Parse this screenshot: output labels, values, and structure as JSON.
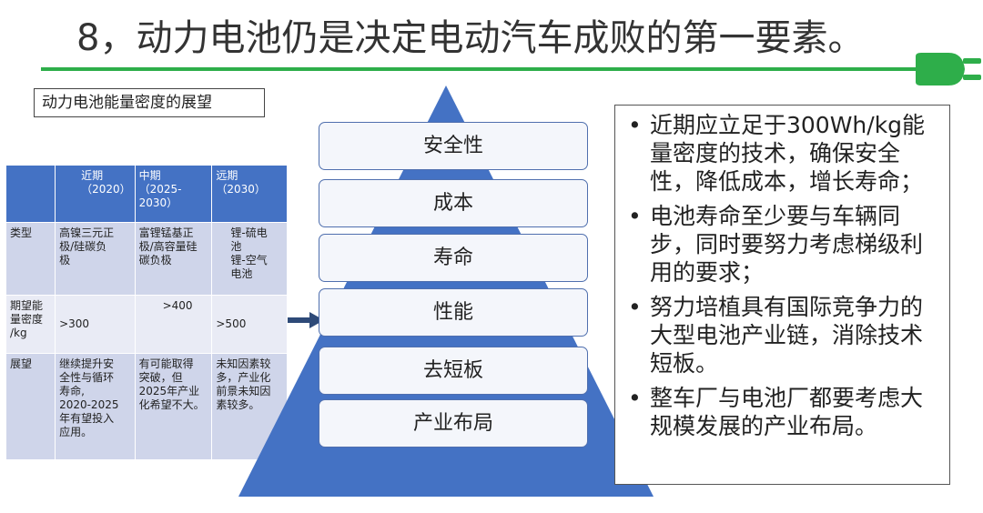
{
  "title": "8，动力电池仍是决定电动汽车成败的第一要素。",
  "subtitle": "动力电池能量密度的展望",
  "table": {
    "headers": [
      "",
      "近期\n（2020）",
      "中期\n（2025-\n2030）",
      "远期\n（2030）"
    ],
    "rows": [
      {
        "label": "类型",
        "cells": [
          "高镍三元正\n极/硅碳负\n极",
          "富锂锰基正\n极/高容量硅\n碳负极",
          "锂-硫电\n池\n锂-空气\n电池"
        ]
      },
      {
        "label": "期望能\n量密度\n/kg",
        "cells": [
          ">300",
          ">400",
          ">500"
        ]
      },
      {
        "label": "展望",
        "cells": [
          "继续提升安\n全性与循环\n寿命,\n2020-2025\n年有望投入\n应用。",
          "有可能取得\n突破，但\n2025年产业\n化希望不大。",
          "未知因素较\n多，产业化\n前景未知因\n素较多。"
        ]
      }
    ]
  },
  "pyramid": {
    "levels": [
      "安全性",
      "成本",
      "寿命",
      "性能",
      "去短板",
      "产业布局"
    ],
    "color": "#4472c4"
  },
  "bullets": [
    "近期应立足于300Wh/kg能量密度的技术，确保安全性，降低成本，增长寿命；",
    "电池寿命至少要与车辆同步，同时要努力考虑梯级利用的要求；",
    "努力培植具有国际竞争力的大型电池产业链，消除技术短板。",
    "整车厂与电池厂都要考虑大规模发展的产业布局。"
  ],
  "bullet_symbol": "•",
  "accent": "#2eae4a"
}
